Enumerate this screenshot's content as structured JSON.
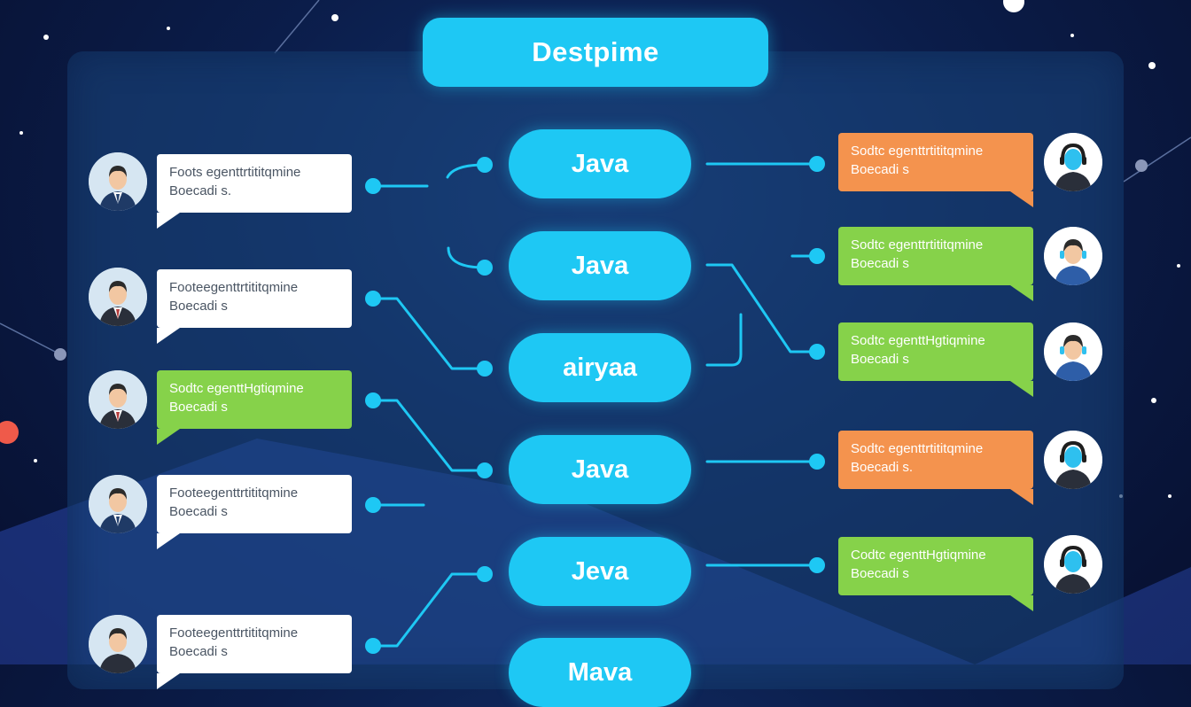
{
  "title": "Destpime",
  "colors": {
    "accent": "#1ec8f4",
    "panel": "#1c4882",
    "bubble_white": "#ffffff",
    "bubble_green": "#86d24a",
    "bubble_orange": "#f4934e",
    "background": "#0b1d4a"
  },
  "center_nodes": [
    {
      "label": "Java"
    },
    {
      "label": "Java"
    },
    {
      "label": "airyaa"
    },
    {
      "label": "Java"
    },
    {
      "label": "Jeva"
    },
    {
      "label": "Mava"
    }
  ],
  "left_messages": [
    {
      "text": "Foots egenttrtititqmine\nBoecadi s.",
      "style": "white",
      "avatar": "businessman-avatar-icon"
    },
    {
      "text": "Footeegenttrtititqmine\nBoecadi s",
      "style": "white",
      "avatar": "businessman-avatar-icon"
    },
    {
      "text": "Sodtc egenttHgtiqmine\nBoecadi s",
      "style": "green",
      "avatar": "businessman-avatar-icon"
    },
    {
      "text": "Footeegenttrtititqmine\nBoecadi s",
      "style": "white",
      "avatar": "businessman-avatar-icon"
    },
    {
      "text": "Footeegenttrtititqmine\nBoecadi s",
      "style": "white",
      "avatar": "businessman-avatar-icon"
    }
  ],
  "right_messages": [
    {
      "text": "Sodtc egenttrtititqmine\nBoecadi s",
      "style": "orange",
      "avatar": "support-agent-avatar-icon"
    },
    {
      "text": "Sodtc egenttrtititqmine\nBoecadi s",
      "style": "green",
      "avatar": "support-agent-avatar-icon"
    },
    {
      "text": "Sodtc egenttHgtiqmine\nBoecadi s",
      "style": "green",
      "avatar": "support-agent-avatar-icon"
    },
    {
      "text": "Sodtc egenttrtititqmine\nBoecadi s.",
      "style": "orange",
      "avatar": "support-agent-avatar-icon"
    },
    {
      "text": "Codtc egenttHgtiqmine\nBoecadi s",
      "style": "green",
      "avatar": "support-agent-avatar-icon"
    }
  ]
}
